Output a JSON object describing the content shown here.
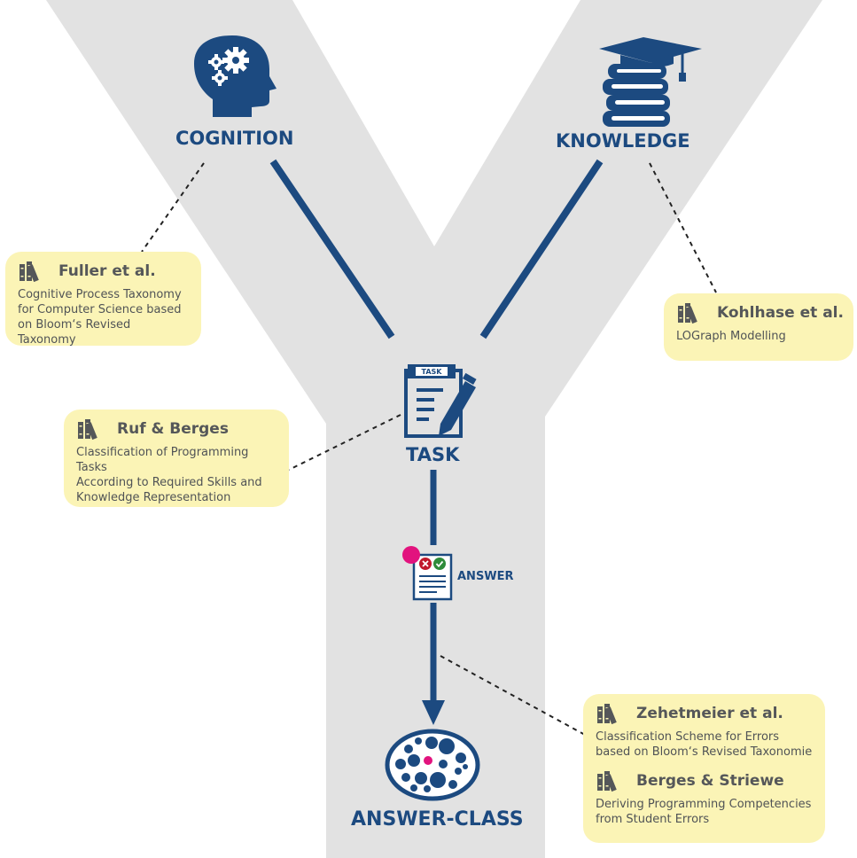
{
  "colors": {
    "background": "#ffffff",
    "y_shape": "#e2e2e2",
    "primary": "#1c4a80",
    "reference_box": "#fbf4b6",
    "reference_text": "#555759",
    "highlight": "#e2137e",
    "cross_badge": "#c0182b",
    "check_badge": "#2e8b3a"
  },
  "nodes": {
    "cognition": {
      "label": "COGNITION",
      "icon": "head-gears-icon"
    },
    "knowledge": {
      "label": "KNOWLEDGE",
      "icon": "graduation-books-icon"
    },
    "task": {
      "label": "TASK",
      "icon_label": "TASK",
      "icon": "clipboard-pen-icon"
    },
    "answer": {
      "label": "ANSWER",
      "icon": "answer-sheet-icon"
    },
    "answer_class": {
      "label": "ANSWER-CLASS",
      "icon": "cluster-icon"
    }
  },
  "references": {
    "fuller": {
      "author": "Fuller et al.",
      "lines": [
        "Cognitive Process Taxonomy",
        "for Computer Science based",
        "on Bloom‘s Revised Taxonomy"
      ],
      "icon": "books-icon"
    },
    "kohlhase": {
      "author": "Kohlhase et al.",
      "lines": [
        "LOGraph Modelling"
      ],
      "icon": "books-icon"
    },
    "ruf_berges": {
      "author": "Ruf & Berges",
      "lines": [
        "Classification of Programming Tasks",
        "According to Required Skills and",
        "Knowledge Representation"
      ],
      "icon": "books-icon"
    },
    "zehetmeier": {
      "author": "Zehetmeier et al.",
      "lines": [
        "Classification Scheme for Errors",
        "based on Bloom‘s Revised Taxonomie"
      ],
      "icon": "books-icon"
    },
    "berges_striewe": {
      "author": "Berges & Striewe",
      "lines": [
        "Deriving Programming Competencies",
        "from Student Errors"
      ],
      "icon": "books-icon"
    }
  }
}
